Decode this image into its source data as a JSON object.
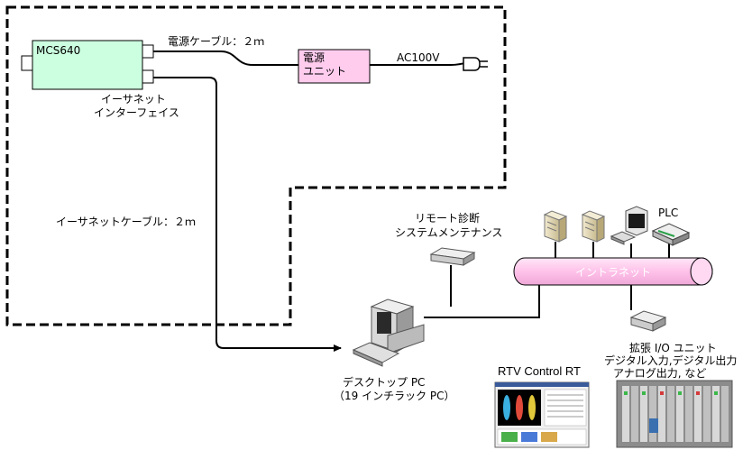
{
  "device": {
    "name": "MCS640",
    "ethernet_interface": [
      "イーサネット",
      "インターフェイス"
    ]
  },
  "cables": {
    "power_cable": "電源ケーブル：２ｍ",
    "ethernet_cable": "イーサネットケーブル：２ｍ"
  },
  "power_unit": {
    "label": [
      "電源",
      "ユニット"
    ],
    "supply": "AC100V"
  },
  "remote": [
    "リモート診断",
    "システムメンテナンス"
  ],
  "network": {
    "name": "イントラネット",
    "plc": "PLC"
  },
  "desktop": [
    "デスクトップ PC",
    "（19 インチラック PC）"
  ],
  "io": [
    "拡張 I/O ユニット",
    "デジタル入力,デジタル出力",
    "アナログ出力, など"
  ],
  "rtv": "RTV Control RT",
  "colors": {
    "device_fill": "#ccffe0",
    "power_fill": "#ffccee",
    "network_fill": "#ffc8ec",
    "dashed_border": "#000000"
  }
}
